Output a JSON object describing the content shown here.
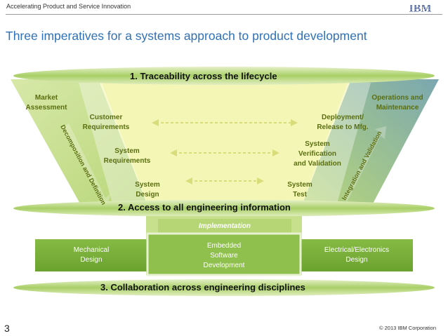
{
  "header": {
    "text": "Accelerating Product and Service Innovation",
    "logo": "IBM"
  },
  "title": "Three imperatives for a systems approach to product development",
  "bands": {
    "top": "1. Traceability across the lifecycle",
    "middle": "2. Access to all engineering information",
    "bottom": "3. Collaboration across engineering disciplines"
  },
  "left_side": {
    "market": [
      "Market",
      "Assessment"
    ],
    "customer": [
      "Customer",
      "Requirements"
    ],
    "system_req": [
      "System",
      "Requirements"
    ],
    "system_design": [
      "System",
      "Design"
    ],
    "arrow_label": "Decomposition and Definition"
  },
  "right_side": {
    "operations": [
      "Operations and",
      "Maintenance"
    ],
    "deployment": [
      "Deployment/",
      "Release to Mfg."
    ],
    "verification": [
      "System",
      "Verification",
      "and Validation"
    ],
    "system_test": [
      "System",
      "Test"
    ],
    "arrow_label": "Integration and Validation"
  },
  "implementation": {
    "label": "Implementation",
    "mechanical": [
      "Mechanical",
      "Design"
    ],
    "software": [
      "Embedded",
      "Software",
      "Development"
    ],
    "electrical": [
      "Electrical/Electronics",
      "Design"
    ]
  },
  "footer": {
    "page": "3",
    "copyright": "© 2013 IBM Corporation"
  },
  "colors": {
    "title_blue": "#2f71b8",
    "band_green": "#b9d77a",
    "box_green": "#7ab03a",
    "cone_yellow": "#f4f6b6",
    "label_olive": "#5a6e10"
  }
}
